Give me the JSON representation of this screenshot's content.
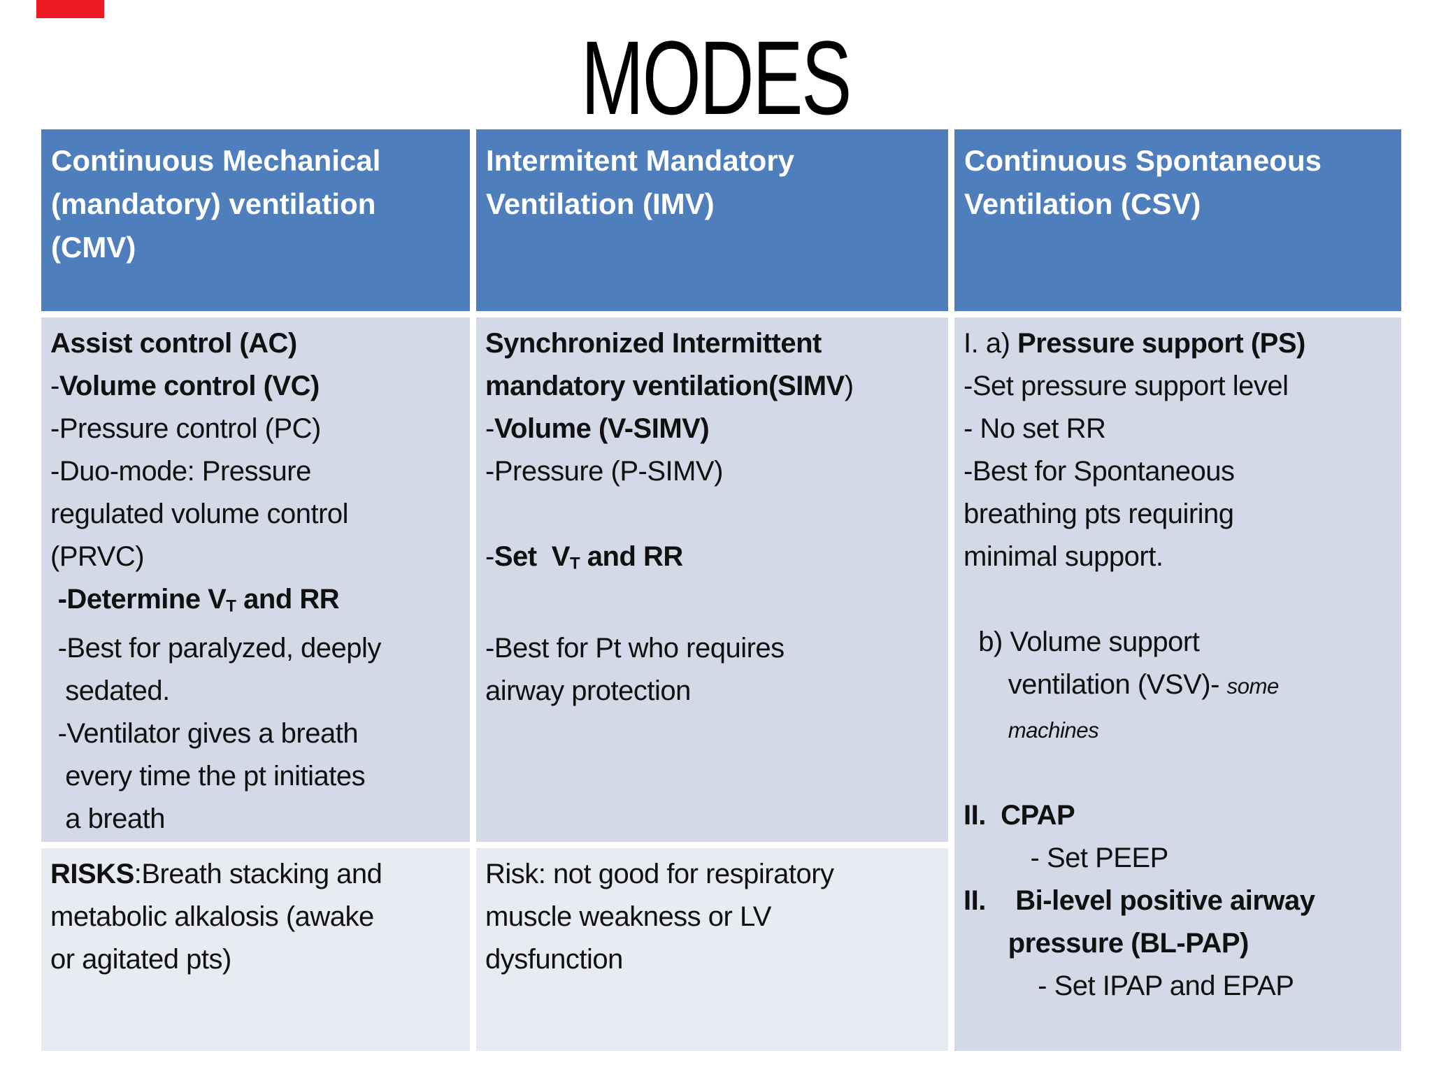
{
  "title": "MODES",
  "colors": {
    "page_bg": "#ffffff",
    "title_text": "#000000",
    "header_bg": "#4e7fbc",
    "header_text": "#ffffff",
    "body_bg": "#d4d9e8",
    "risk_bg": "#e9ebf3",
    "body_text": "#101010",
    "red_marker": "#ed1c24"
  },
  "table": {
    "columns": [
      {
        "header": "Continuous Mechanical (mandatory) ventilation (CMV)",
        "body_lines": [
          [
            {
              "t": "Assist control (AC)",
              "b": true
            }
          ],
          [
            {
              "t": "-"
            },
            {
              "t": "Volume control (VC)",
              "b": true
            }
          ],
          [
            {
              "t": "-Pressure control (PC)"
            }
          ],
          [
            {
              "t": "-Duo-mode: Pressure"
            }
          ],
          [
            {
              "t": "regulated volume control"
            }
          ],
          [
            {
              "t": "(PRVC)"
            }
          ],
          [
            {
              "t": " -Determine V",
              "b": true
            },
            {
              "t": "T",
              "b": true,
              "sub": true
            },
            {
              "t": " and RR",
              "b": true
            }
          ],
          [
            {
              "t": " -Best for paralyzed, deeply"
            }
          ],
          [
            {
              "t": "  sedated."
            }
          ],
          [
            {
              "t": " -Ventilator gives a breath"
            }
          ],
          [
            {
              "t": "  every time the pt initiates"
            }
          ],
          [
            {
              "t": "  a breath"
            }
          ]
        ],
        "risk_lines": [
          [
            {
              "t": "RISKS",
              "b": true
            },
            {
              "t": ":Breath stacking and"
            }
          ],
          [
            {
              "t": "metabolic alkalosis (awake"
            }
          ],
          [
            {
              "t": "or agitated pts)"
            }
          ]
        ]
      },
      {
        "header": "Intermitent Mandatory Ventilation (IMV)",
        "body_lines": [
          [
            {
              "t": "Synchronized Intermittent",
              "b": true
            }
          ],
          [
            {
              "t": "mandatory ventilation(SIMV",
              "b": true
            },
            {
              "t": ")"
            }
          ],
          [
            {
              "t": "-"
            },
            {
              "t": "Volume (V-SIMV)",
              "b": true
            }
          ],
          [
            {
              "t": "-Pressure (P-SIMV)"
            }
          ],
          [],
          [
            {
              "t": "-"
            },
            {
              "t": "Set  V",
              "b": true
            },
            {
              "t": "T",
              "b": true,
              "sub": true
            },
            {
              "t": " and RR",
              "b": true
            }
          ],
          [],
          [
            {
              "t": "-Best for Pt who requires"
            }
          ],
          [
            {
              "t": "airway protection"
            }
          ]
        ],
        "risk_lines": [
          [
            {
              "t": "Risk: not good for respiratory"
            }
          ],
          [
            {
              "t": "muscle weakness or LV"
            }
          ],
          [
            {
              "t": "dysfunction"
            }
          ]
        ]
      },
      {
        "header": "Continuous Spontaneous Ventilation (CSV)",
        "body_lines": [
          [
            {
              "t": "I. a) "
            },
            {
              "t": "Pressure support (PS)",
              "b": true
            }
          ],
          [
            {
              "t": "-Set pressure support level"
            }
          ],
          [
            {
              "t": "- No set RR"
            }
          ],
          [
            {
              "t": "-Best for Spontaneous"
            }
          ],
          [
            {
              "t": "breathing pts requiring"
            }
          ],
          [
            {
              "t": "minimal support."
            }
          ],
          [],
          [
            {
              "t": "  b) Volume support"
            }
          ],
          [
            {
              "t": "      ventilation (VSV)- "
            },
            {
              "t": "some",
              "i": true
            }
          ],
          [
            {
              "t": "      "
            },
            {
              "t": "machines",
              "i": true
            }
          ],
          [],
          [
            {
              "t": "II.  CPAP",
              "b": true
            }
          ],
          [
            {
              "t": "         - Set PEEP"
            }
          ],
          [
            {
              "t": "II.",
              "b": true
            },
            {
              "t": "    "
            },
            {
              "t": "Bi-level positive airway",
              "b": true
            }
          ],
          [
            {
              "t": "      pressure (BL-PAP)",
              "b": true
            }
          ],
          [
            {
              "t": "          - Set IPAP and EPAP"
            }
          ]
        ]
      }
    ]
  }
}
